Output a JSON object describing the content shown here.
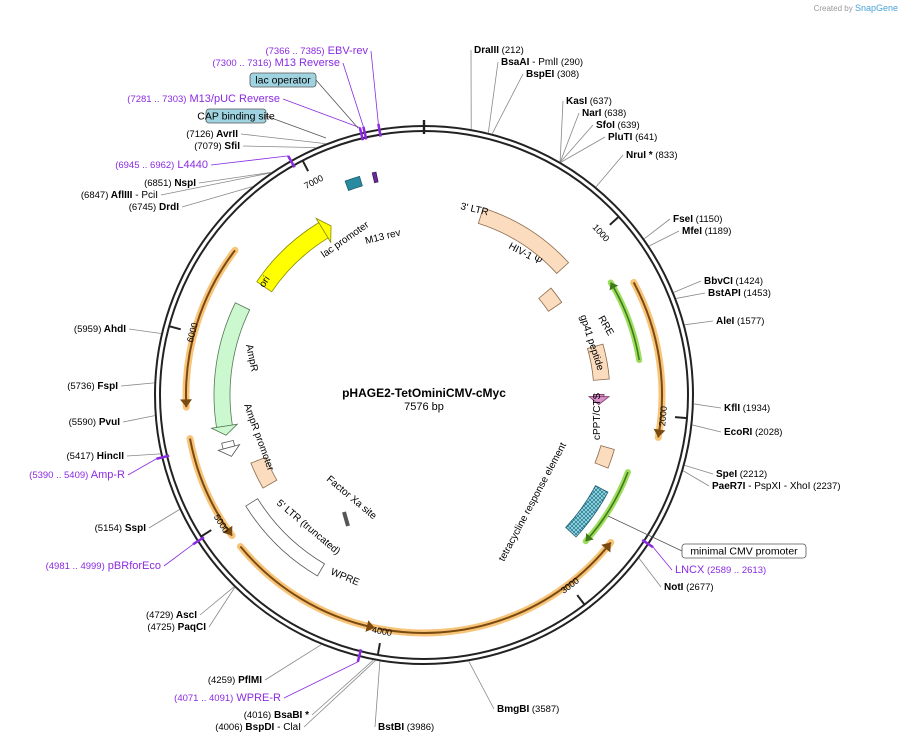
{
  "credit": {
    "prefix": "Created by",
    "brand": "SnapGene"
  },
  "plasmid": {
    "name": "pHAGE2-TetOminiCMV-cMyc",
    "size": "7576 bp",
    "length": 7576
  },
  "ticks": [
    {
      "pos": 1000,
      "label": "1000"
    },
    {
      "pos": 2000,
      "label": "2000"
    },
    {
      "pos": 3000,
      "label": "3000"
    },
    {
      "pos": 4000,
      "label": "4000"
    },
    {
      "pos": 5000,
      "label": "5000"
    },
    {
      "pos": 6000,
      "label": "6000"
    },
    {
      "pos": 7000,
      "label": "7000"
    }
  ],
  "enzymes": [
    {
      "name": "DraIII",
      "range": "(212)",
      "pos": 212
    },
    {
      "name": "BsaAI",
      "extra": "- PmlI",
      "range": "(290)",
      "pos": 290
    },
    {
      "name": "BspEI",
      "range": "(308)",
      "pos": 308
    },
    {
      "name": "KasI",
      "range": "(637)",
      "pos": 637
    },
    {
      "name": "NarI",
      "range": "(638)",
      "pos": 638
    },
    {
      "name": "SfoI",
      "range": "(639)",
      "pos": 639
    },
    {
      "name": "PluTI",
      "range": "(641)",
      "pos": 641
    },
    {
      "name": "NruI *",
      "range": "(833)",
      "pos": 833
    },
    {
      "name": "FseI",
      "range": "(1150)",
      "pos": 1150
    },
    {
      "name": "MfeI",
      "range": "(1189)",
      "pos": 1189
    },
    {
      "name": "BbvCI",
      "range": "(1424)",
      "pos": 1424
    },
    {
      "name": "BstAPI",
      "range": "(1453)",
      "pos": 1453
    },
    {
      "name": "AleI",
      "range": "(1577)",
      "pos": 1577
    },
    {
      "name": "KflI",
      "range": "(1934)",
      "pos": 1934
    },
    {
      "name": "EcoRI",
      "range": "(2028)",
      "pos": 2028
    },
    {
      "name": "SpeI",
      "range": "(2212)",
      "pos": 2212
    },
    {
      "name": "PaeR7I",
      "extra": "- PspXI  - XhoI",
      "range": "(2237)",
      "pos": 2237
    },
    {
      "name": "NotI",
      "range": "(2677)",
      "pos": 2677
    },
    {
      "name": "BmgBI",
      "range": "(3587)",
      "pos": 3587
    },
    {
      "name": "BstBI",
      "range": "(3986)",
      "pos": 3986
    },
    {
      "name": "BspDI",
      "extra": "- ClaI",
      "range": "(4006)",
      "pos": 4006
    },
    {
      "name": "BsaBI *",
      "range": "(4016)",
      "pos": 4016
    },
    {
      "name": "PflMI",
      "range": "(4259)",
      "pos": 4259
    },
    {
      "name": "PaqCI",
      "range": "(4725)",
      "pos": 4725
    },
    {
      "name": "AscI",
      "range": "(4729)",
      "pos": 4729
    },
    {
      "name": "SspI",
      "range": "(5154)",
      "pos": 5154
    },
    {
      "name": "HincII",
      "range": "(5417)",
      "pos": 5417
    },
    {
      "name": "PvuI",
      "range": "(5590)",
      "pos": 5590
    },
    {
      "name": "FspI",
      "range": "(5736)",
      "pos": 5736
    },
    {
      "name": "AhdI",
      "range": "(5959)",
      "pos": 5959
    },
    {
      "name": "DrdI",
      "range": "(6745)",
      "pos": 6745
    },
    {
      "name": "AflIII",
      "extra": "- PciI",
      "range": "(6847)",
      "pos": 6847
    },
    {
      "name": "NspI",
      "range": "(6851)",
      "pos": 6851
    },
    {
      "name": "SfiI",
      "range": "(7079)",
      "pos": 7079
    },
    {
      "name": "AvrII",
      "range": "(7126)",
      "pos": 7126
    }
  ],
  "primers": [
    {
      "name": "EBV-rev",
      "range": "(7366 .. 7385)",
      "pos": 7375
    },
    {
      "name": "M13 Reverse",
      "range": "(7300 .. 7316)",
      "pos": 7308
    },
    {
      "name": "M13/pUC Reverse",
      "range": "(7281 .. 7303)",
      "pos": 7292
    },
    {
      "name": "L4440",
      "range": "(6945 .. 6962)",
      "pos": 6953
    },
    {
      "name": "Amp-R",
      "range": "(5390 .. 5409)",
      "pos": 5400
    },
    {
      "name": "pBRforEco",
      "range": "(4981 .. 4999)",
      "pos": 4990
    },
    {
      "name": "WPRE-R",
      "range": "(4071 .. 4091)",
      "pos": 4081
    },
    {
      "name": "LNCX",
      "range": "(2589 .. 2613)",
      "pos": 2601
    }
  ],
  "boxed_labels": [
    {
      "name": "lac operator",
      "pos": 7330
    },
    {
      "name": "CAP binding site",
      "pos": 7230
    },
    {
      "name": "minimal CMV promoter",
      "pos": 2540
    }
  ],
  "features": [
    {
      "name": "3' LTR",
      "start": 370,
      "end": 1000
    },
    {
      "name": "HIV-1 Ψ",
      "start": 1050,
      "end": 1180
    },
    {
      "name": "RRE",
      "start": 1560,
      "end": 1790
    },
    {
      "name": "gp41 peptide",
      "start": 1890,
      "end": 1960
    },
    {
      "name": "cPPT/CTS",
      "start": 2230,
      "end": 2350
    },
    {
      "name": "tetracycline response element",
      "start": 2480,
      "end": 2800
    },
    {
      "name": "WPRE",
      "start": 4430,
      "end": 5010
    },
    {
      "name": "5' LTR (truncated)",
      "start": 5050,
      "end": 5230
    },
    {
      "name": "Factor Xa site",
      "start": 4760,
      "end": 4780
    },
    {
      "name": "AmpR promoter",
      "start": 5310,
      "end": 5400
    },
    {
      "name": "AmpR",
      "start": 5440,
      "end": 6230
    },
    {
      "name": "ori",
      "start": 6400,
      "end": 6970
    },
    {
      "name": "lac promoter",
      "start": 7150,
      "end": 7230
    },
    {
      "name": "M13 rev",
      "start": 7300,
      "end": 7320
    }
  ],
  "orfs": [
    {
      "start": 1300,
      "end": 2110,
      "dir": "cw"
    },
    {
      "start": 2700,
      "end": 4030,
      "dir": "ccw"
    },
    {
      "start": 4040,
      "end": 4850,
      "dir": "ccw"
    },
    {
      "start": 4920,
      "end": 5460,
      "dir": "ccw"
    },
    {
      "start": 5620,
      "end": 6470,
      "dir": "ccw"
    }
  ],
  "colors": {
    "backbone": "#222222",
    "primer": "#8a2be2",
    "feature_peach": "#fcdcbf",
    "ori": "#ffff00",
    "ampr": "#ccf8d0",
    "orf_glow": "#f8c47a",
    "orf_line": "#7a4a10",
    "green_orf": "#9ddc5c",
    "enzyme_line": "#888888",
    "lac_box": "#9fd3e0"
  }
}
